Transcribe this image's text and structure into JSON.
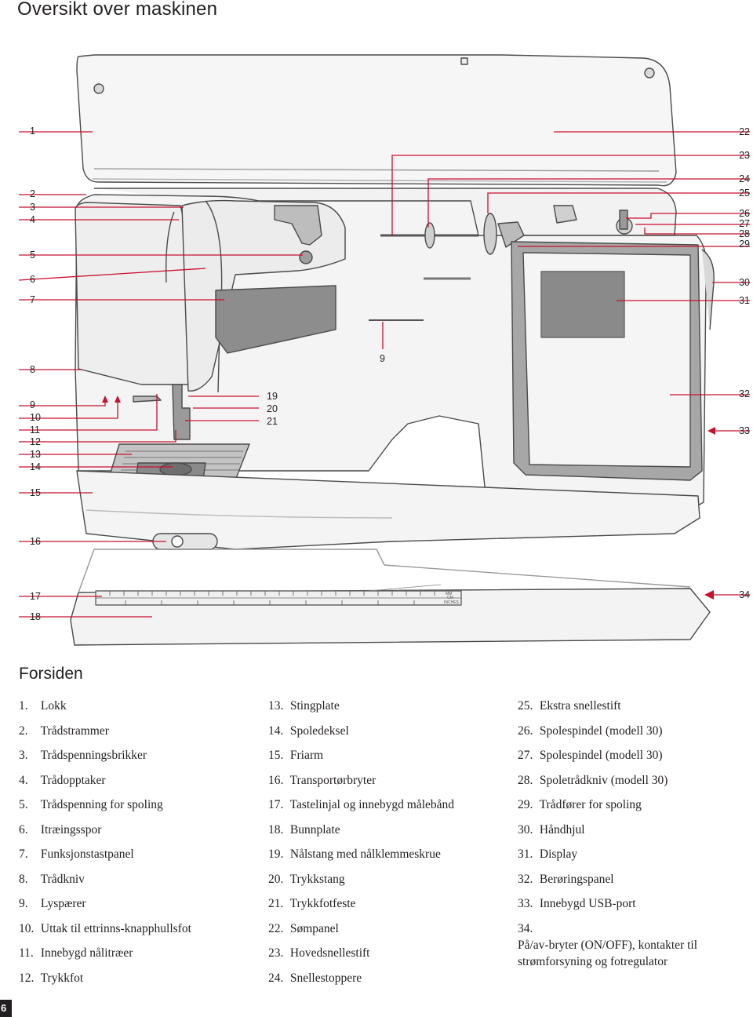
{
  "page_title": "Oversikt over maskinen",
  "section_heading": "Forsiden",
  "page_number": "6",
  "accent_color": "#c8102e",
  "callouts_left": [
    "1",
    "2",
    "3",
    "4",
    "5",
    "6",
    "7",
    "8",
    "9",
    "10",
    "11",
    "12",
    "13",
    "14",
    "15",
    "16",
    "17",
    "18"
  ],
  "callouts_right": [
    "22",
    "23",
    "24",
    "25",
    "26",
    "27",
    "28",
    "29",
    "30",
    "31",
    "32",
    "33",
    "34"
  ],
  "callouts_center": {
    "top": "9",
    "needle": [
      "19",
      "20",
      "21"
    ]
  },
  "legend": {
    "col1": [
      {
        "n": "1.",
        "t": "Lokk"
      },
      {
        "n": "2.",
        "t": "Trådstrammer"
      },
      {
        "n": "3.",
        "t": "Trådspenningsbrikker"
      },
      {
        "n": "4.",
        "t": "Trådopptaker"
      },
      {
        "n": "5.",
        "t": "Trådspenning for spoling"
      },
      {
        "n": "6.",
        "t": "Itræingsspor"
      },
      {
        "n": "7.",
        "t": "Funksjonstastpanel"
      },
      {
        "n": "8.",
        "t": "Trådkniv"
      },
      {
        "n": "9.",
        "t": "Lyspærer"
      },
      {
        "n": "10.",
        "t": "Uttak til ettrinns-knapphullsfot"
      },
      {
        "n": "11.",
        "t": "Innebygd nålitræer"
      },
      {
        "n": "12.",
        "t": "Trykkfot"
      }
    ],
    "col2": [
      {
        "n": "13.",
        "t": "Stingplate"
      },
      {
        "n": "14.",
        "t": "Spoledeksel"
      },
      {
        "n": "15.",
        "t": "Friarm"
      },
      {
        "n": "16.",
        "t": "Transportørbryter"
      },
      {
        "n": "17.",
        "t": "Tastelinjal og innebygd målebånd"
      },
      {
        "n": "18.",
        "t": "Bunnplate"
      },
      {
        "n": "19.",
        "t": "Nålstang med nålklemmeskrue"
      },
      {
        "n": "20.",
        "t": "Trykkstang"
      },
      {
        "n": "21.",
        "t": "Trykkfotfeste"
      },
      {
        "n": "22.",
        "t": "Sømpanel"
      },
      {
        "n": "23.",
        "t": "Hovedsnellestift"
      },
      {
        "n": "24.",
        "t": "Snellestoppere"
      }
    ],
    "col3": [
      {
        "n": "25.",
        "t": "Ekstra snellestift"
      },
      {
        "n": "26.",
        "t": "Spolespindel (modell 30)"
      },
      {
        "n": "27.",
        "t": "Spolespindel (modell 30)"
      },
      {
        "n": "28.",
        "t": "Spoletrådkniv (modell 30)"
      },
      {
        "n": "29.",
        "t": "Trådfører for spoling"
      },
      {
        "n": "30.",
        "t": "Håndhjul"
      },
      {
        "n": "31.",
        "t": "Display"
      },
      {
        "n": "32.",
        "t": "Berøringspanel"
      },
      {
        "n": "33.",
        "t": "Innebygd USB-port"
      },
      {
        "n": "34.",
        "t": "På/av-bryter (ON/OFF), kontakter til strømforsyning og fotregulator"
      }
    ]
  },
  "ruler_labels": {
    "unit_cm": "CM",
    "unit_in": "INCHES",
    "unit_mm": "MM"
  }
}
